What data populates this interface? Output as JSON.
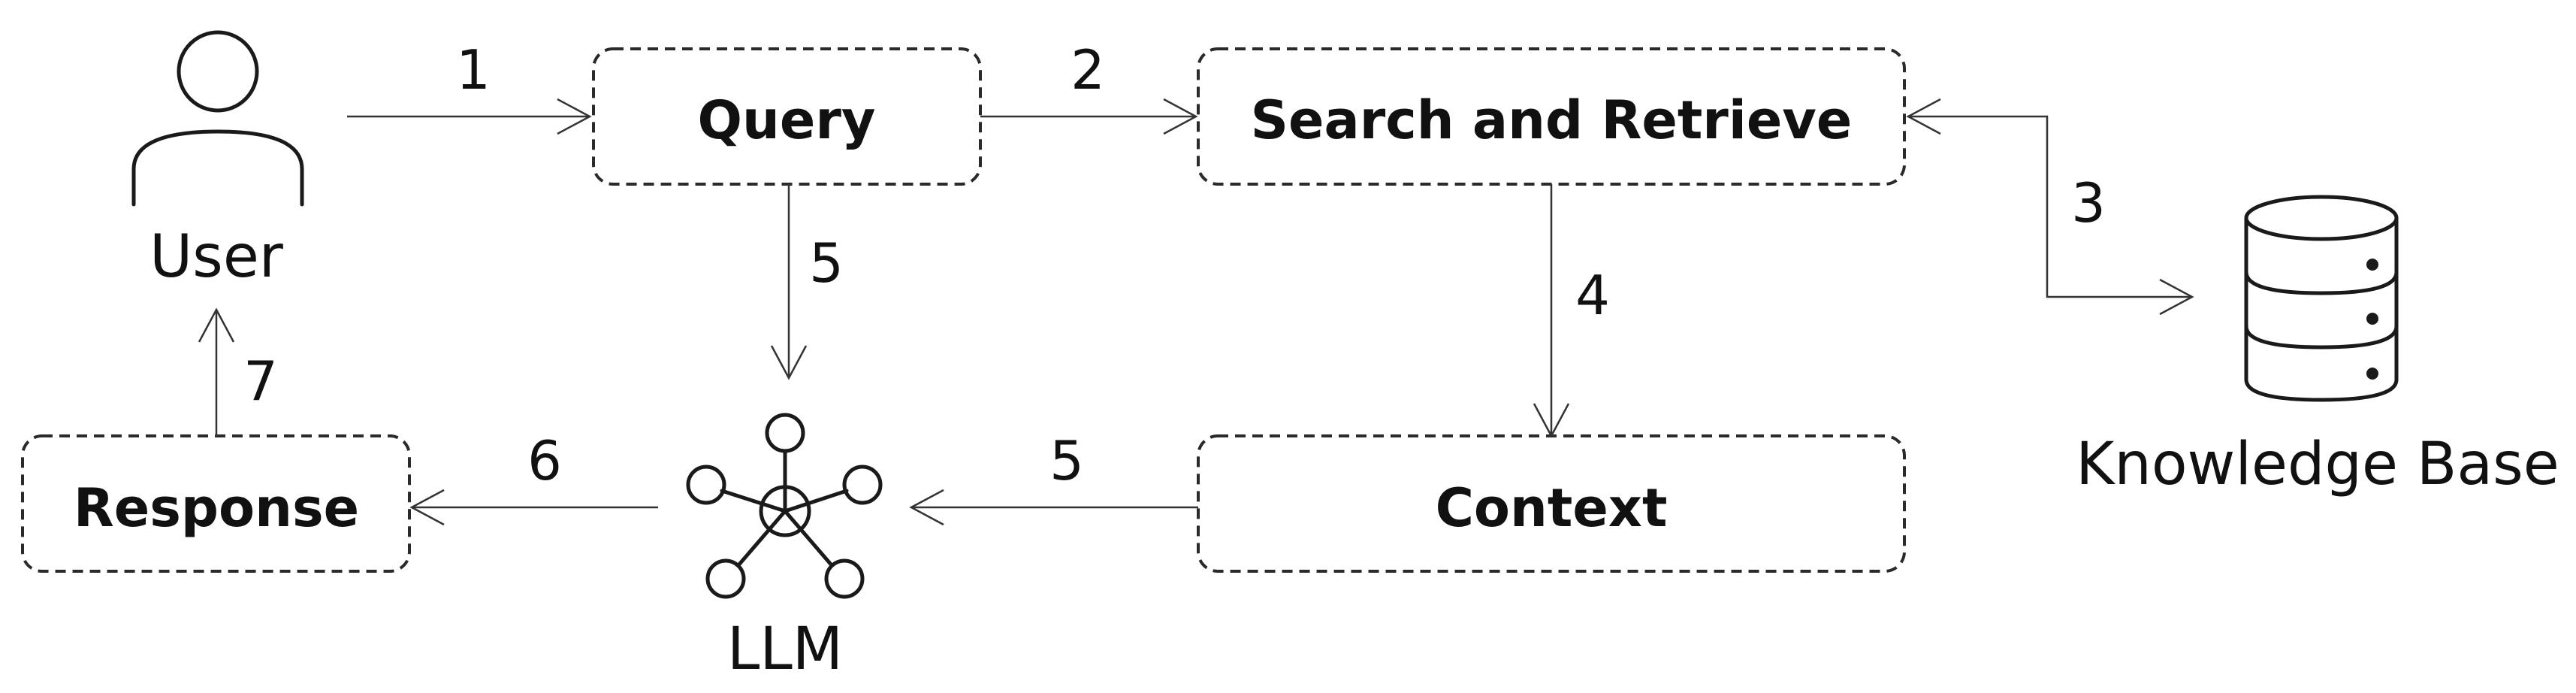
{
  "nodes": {
    "user": "User",
    "query": "Query",
    "search": "Search and Retrieve",
    "knowledge_base": "Knowledge Base",
    "context": "Context",
    "llm": "LLM",
    "response": "Response"
  },
  "edges": {
    "user_to_query": "1",
    "query_to_search": "2",
    "search_kb": "3",
    "search_to_context": "4",
    "query_to_llm": "5",
    "context_to_llm": "5",
    "llm_to_response": "6",
    "response_to_user": "7"
  },
  "icons": {
    "user": "person-icon",
    "knowledge_base": "database-icon",
    "llm": "network-hub-icon"
  }
}
